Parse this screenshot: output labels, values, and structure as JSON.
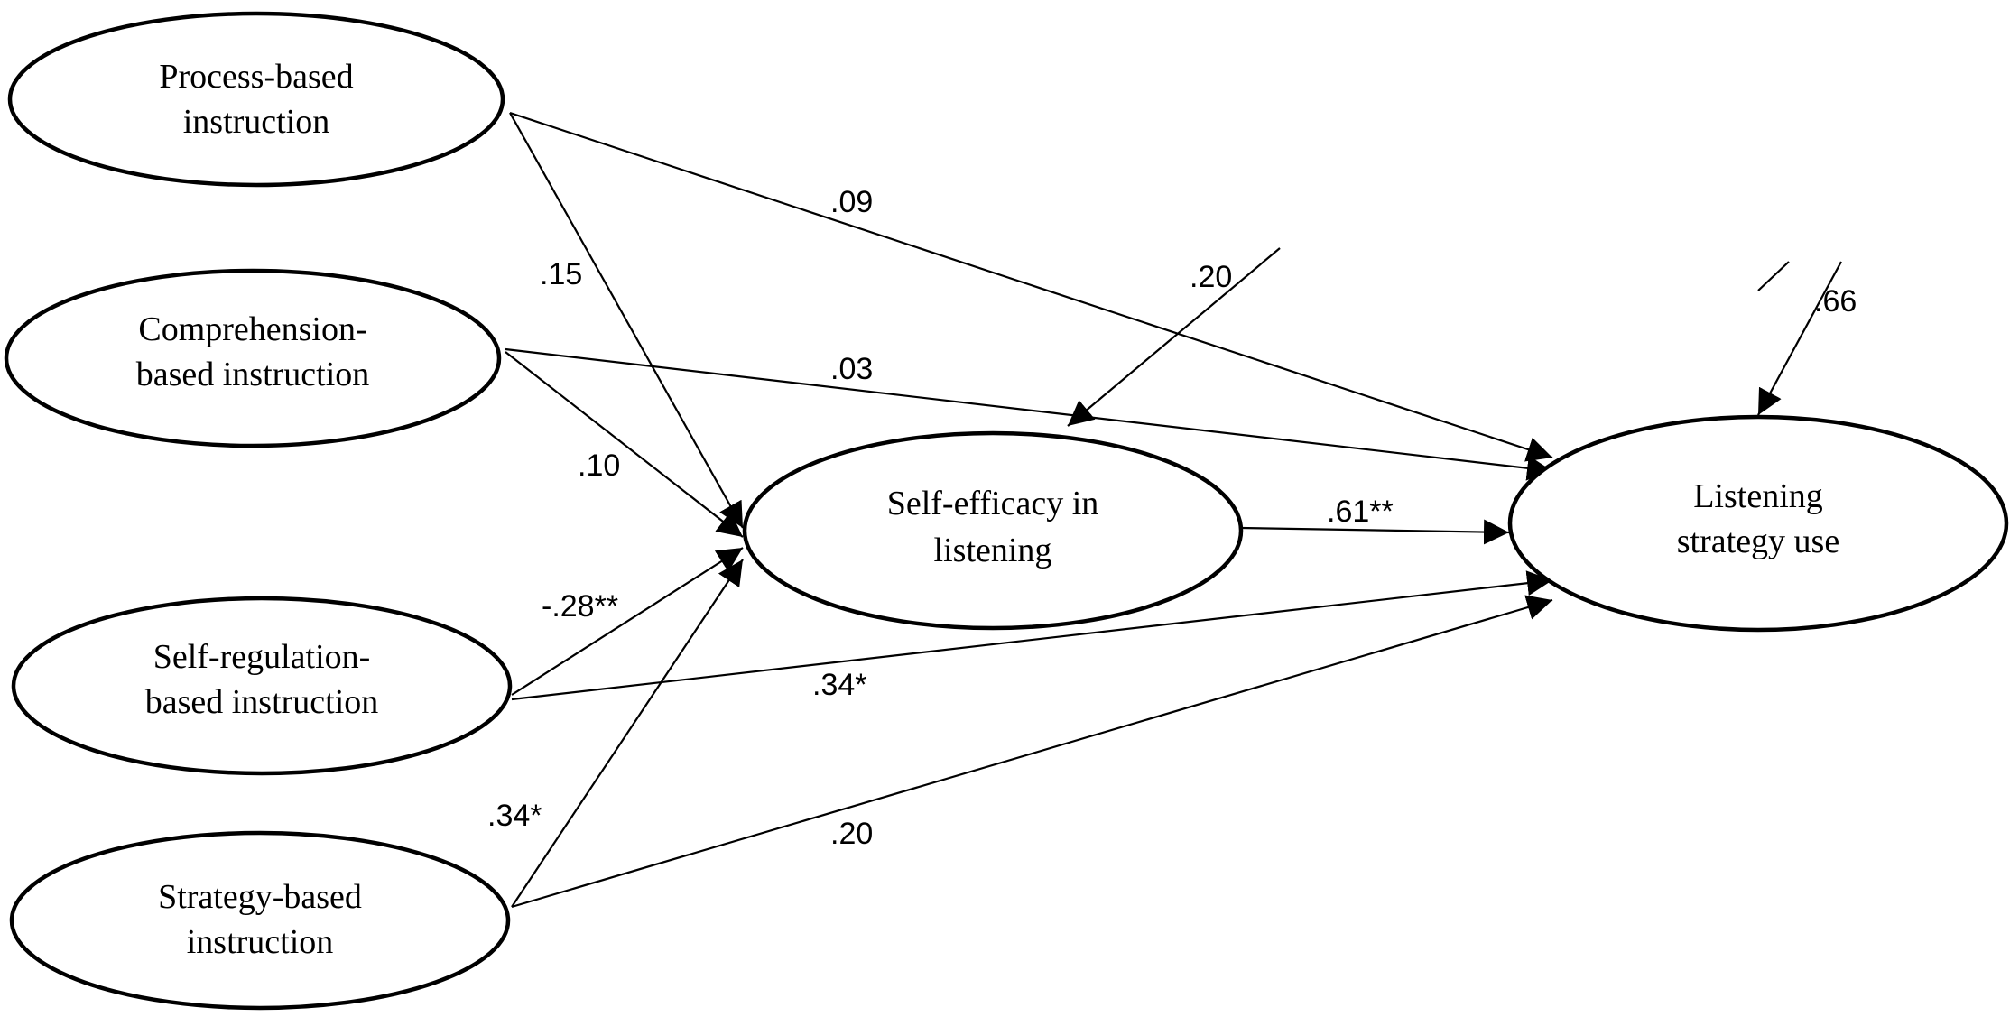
{
  "diagram": {
    "nodes": {
      "process": {
        "line1": "Process-based",
        "line2": "instruction"
      },
      "comprehension": {
        "line1": "Comprehension-",
        "line2": "based instruction"
      },
      "selfreg": {
        "line1": "Self-regulation-",
        "line2": "based instruction"
      },
      "strategy": {
        "line1": "Strategy-based",
        "line2": "instruction"
      },
      "selfefficacy": {
        "line1": "Self-efficacy in",
        "line2": "listening"
      },
      "strategyuse": {
        "line1": "Listening",
        "line2": "strategy use"
      }
    },
    "paths": {
      "process_to_use": ".09",
      "process_to_efficacy": ".15",
      "comprehension_to_use": ".03",
      "comprehension_to_efficacy": ".10",
      "selfreg_to_efficacy": "-.28**",
      "selfreg_to_use": ".34*",
      "strategy_to_efficacy": ".34*",
      "strategy_to_use": ".20",
      "efficacy_to_use": ".61**"
    },
    "residuals": {
      "selfefficacy": ".20",
      "strategyuse": ".66"
    }
  }
}
